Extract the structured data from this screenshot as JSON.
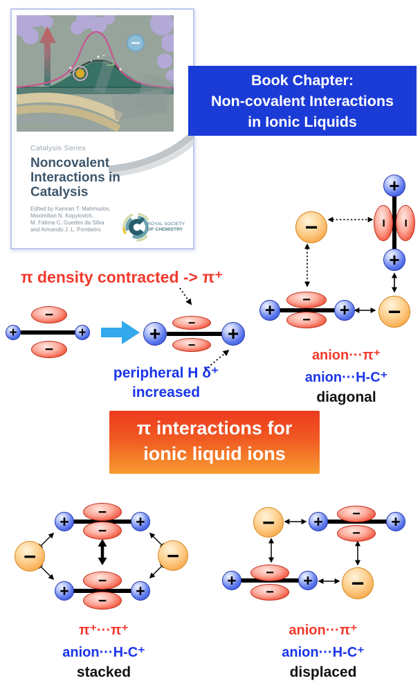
{
  "symbols": {
    "plus": "+",
    "minus": "−"
  },
  "cover": {
    "series": "Catalysis Series",
    "title_lines": [
      "Noncovalent",
      "Interactions in",
      "Catalysis"
    ],
    "editors_lines": [
      "Edited by Kamran T. Mahmudov,",
      "Maximilian N. Kopylovich,",
      "M. Fátima C. Guedes da Silva",
      "and Armando J. L. Pombeiro"
    ],
    "publisher": {
      "l1": "ROYAL SOCIETY",
      "l2": "OF CHEMISTRY"
    }
  },
  "banner_blue": {
    "l1": "Book Chapter:",
    "l2": "Non-covalent Interactions",
    "l3": "in Ionic Liquids",
    "bg_color": "#1b3bd7"
  },
  "annotations": {
    "contracted": "π density contracted -> π⁺",
    "peripheral1": "peripheral H δ⁺",
    "peripheral2": "increased"
  },
  "banner_orange": {
    "l1": "π interactions for",
    "l2": "ionic liquid ions",
    "bg_top": "#ec3a1e",
    "bg_bottom": "#f89c30"
  },
  "labels": {
    "diagonal": {
      "red": "anion···π⁺",
      "blue": "anion···H-C⁺",
      "name": "diagonal"
    },
    "stacked": {
      "red": "π⁺···π⁺",
      "blue": "anion···H-C⁺",
      "name": "stacked"
    },
    "displaced": {
      "red": "anion···π⁺",
      "blue": "anion···H-C⁺",
      "name": "displaced"
    }
  },
  "colors": {
    "red_text": "#f2392c",
    "blue_text": "#1a35e8",
    "cation_blue": "#5b77ec",
    "pi_lobe_red": "#ea3a20",
    "anion_orange": "#f9ac50",
    "transform_arrow_cyan": "#33a8ec",
    "cover_title": "#3c566c"
  }
}
